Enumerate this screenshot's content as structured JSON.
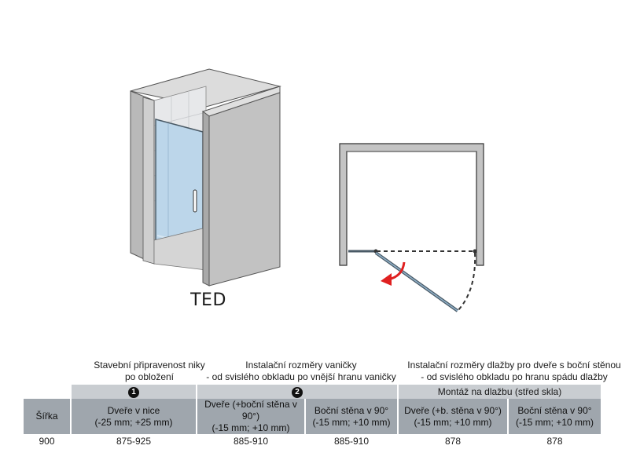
{
  "model": "TED",
  "headers": {
    "col1": [
      "Stavební připravenost niky",
      "po obložení"
    ],
    "col2": [
      "Instalační rozměry vaničky",
      "- od svislého obkladu po vnější hranu vaničky"
    ],
    "col3": [
      "Instalační rozměry dlažby pro dveře s boční stěnou",
      "- od svislého obkladu po hranu spádu dlažby"
    ]
  },
  "table": {
    "number1": "1",
    "number2": "2",
    "montaz": "Montáž na dlažbu (střed skla)",
    "row_label": "Šířka",
    "sub_headers": [
      [
        "Dveře v nice",
        "(-25 mm; +25 mm)"
      ],
      [
        "Dveře (+boční stěna v 90°)",
        "(-15 mm; +10 mm)"
      ],
      [
        "Boční stěna v 90°",
        "(-15 mm; +10 mm)"
      ],
      [
        "Dveře (+b. stěna v 90°)",
        "(-15 mm; +10 mm)"
      ],
      [
        "Boční stěna v 90°",
        "(-15 mm; +10 mm)"
      ]
    ],
    "row": [
      "900",
      "875-925",
      "885-910",
      "885-910",
      "878",
      "878"
    ]
  },
  "colors": {
    "wall": "#c4c4c4",
    "wall_dark": "#8c8c8c",
    "glass": "#bcd6ea",
    "arrow": "#e02020",
    "header_gray": "#9fa6ad",
    "header_light": "#c9cdd1"
  }
}
